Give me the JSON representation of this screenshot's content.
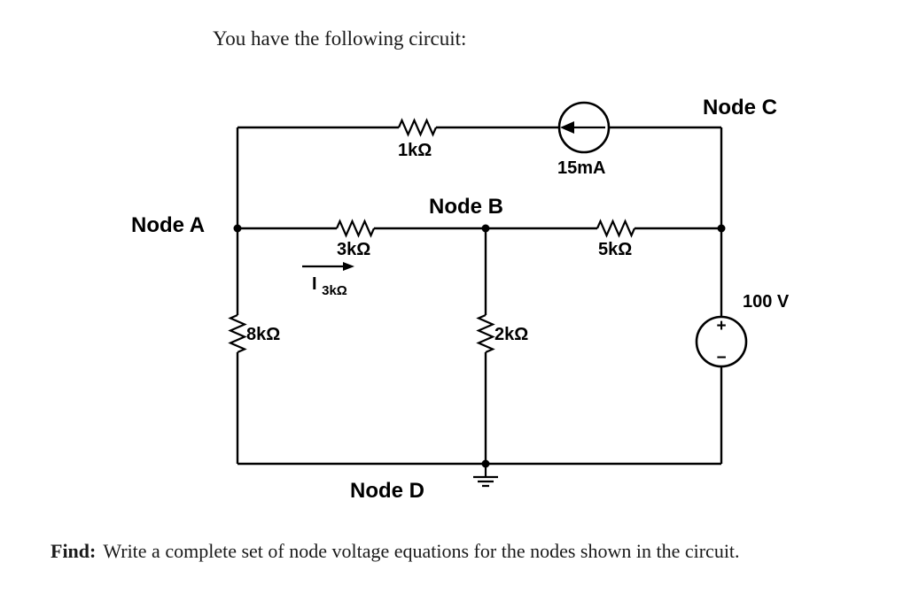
{
  "page": {
    "title": "You have the following circuit:",
    "find_label": "Find:",
    "find_text": "Write a complete set of node voltage equations for the nodes shown in the circuit."
  },
  "circuit": {
    "nodes": {
      "a": "Node A",
      "b": "Node B",
      "c": "Node C",
      "d": "Node D"
    },
    "resistors": {
      "r_top": "1kΩ",
      "r_left_mid": "3kΩ",
      "r_right_mid": "5kΩ",
      "r_left_vert": "8kΩ",
      "r_mid_vert": "2kΩ"
    },
    "current_source": {
      "label": "15mA",
      "direction": "left"
    },
    "voltage_source": {
      "label": "100 V",
      "plus": "+",
      "minus": "−"
    },
    "branch_current": {
      "base": "I",
      "sub": "3kΩ",
      "direction": "right"
    },
    "colors": {
      "stroke": "#000000",
      "background": "#ffffff"
    }
  }
}
